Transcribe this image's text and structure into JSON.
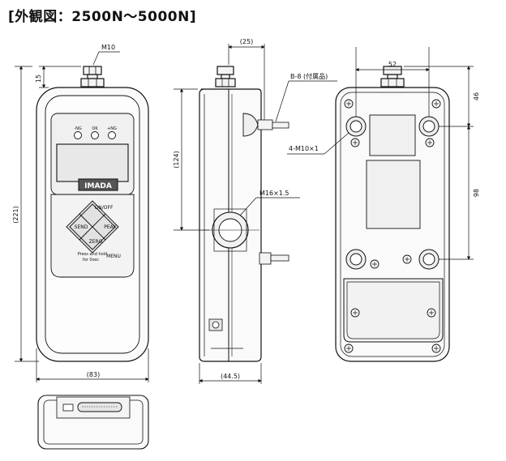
{
  "title": "[外観図：2500N～5000N]",
  "dimensions": {
    "m10": "M10",
    "d15": "15",
    "d221": "(221)",
    "d83": "(83)",
    "d25": "(25)",
    "d124": "(124)",
    "b8": "B-8 (付属品)",
    "m16": "M16×1.5",
    "d445": "(44.5)",
    "d52": "52",
    "d46": "46",
    "d4m10": "4-M10×1",
    "d98": "98"
  },
  "front_panel": {
    "indicator_ng_low": "-NG",
    "indicator_ok": "OK",
    "indicator_ng_high": "+NG",
    "brand": "IMADA",
    "btn_onoff": "ON/OFF",
    "btn_send": "SEND",
    "btn_peak": "PEAK",
    "btn_zero": "ZERO",
    "btn_menu": "MENU",
    "note_line1": "Press and hold",
    "note_line2": "for 0sec"
  }
}
